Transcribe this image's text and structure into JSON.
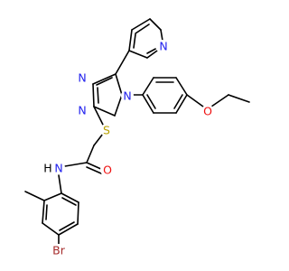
{
  "molecule": {
    "colors": {
      "N": "#2222ee",
      "O": "#ee1111",
      "S": "#b8a000",
      "Br": "#a52a2a",
      "bond": "#000000",
      "background": "#ffffff"
    },
    "labels": {
      "pyridine_n": "N",
      "triazole_n1": "N",
      "triazole_n2": "N",
      "triazole_n4": "N",
      "thioether_s": "S",
      "ether_o": "O",
      "carbonyl_o": "O",
      "amide_nh": "N",
      "amide_h": "H",
      "bromo": "Br"
    }
  }
}
